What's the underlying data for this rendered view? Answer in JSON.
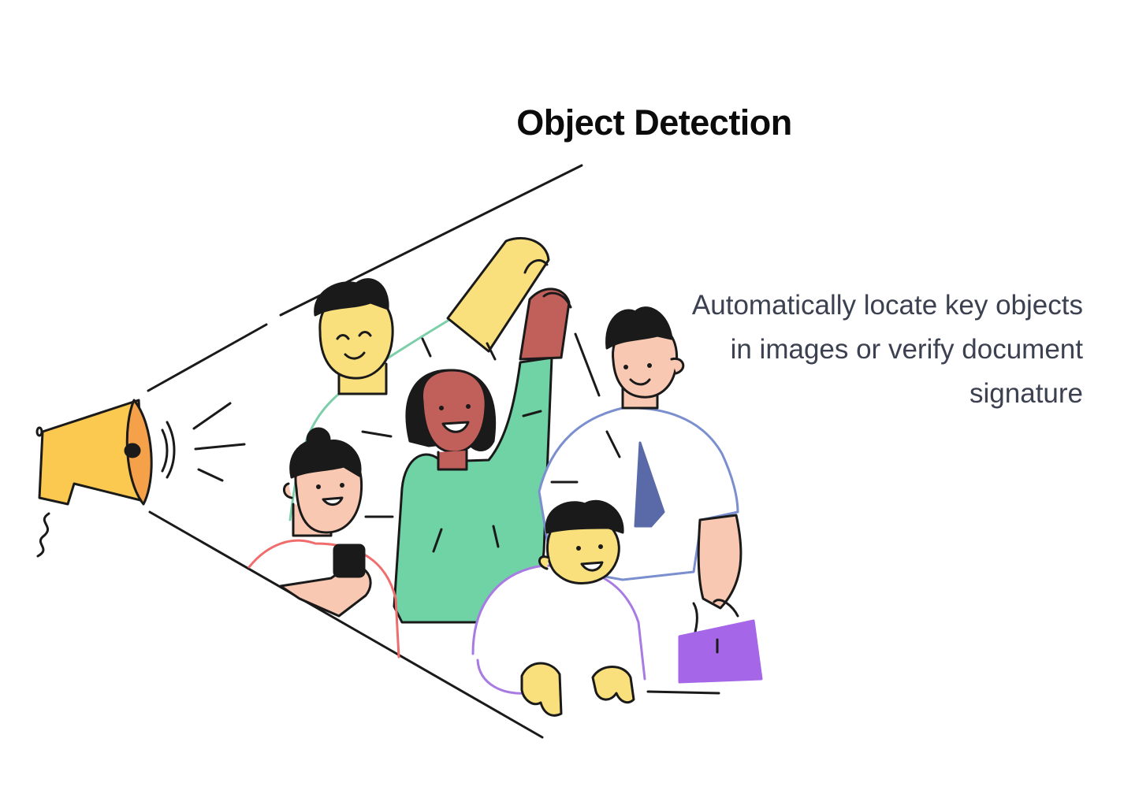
{
  "feature": {
    "title": "Object Detection",
    "description": "Automatically locate key objects in images or verify document signature"
  },
  "illustration": {
    "subject": "megaphone-crowd-illustration",
    "colors": {
      "outline": "#1a1a1a",
      "megaphone": "#fbc94f",
      "megaphone_mouth": "#f5a14a",
      "skin_yellow": "#f9e07d",
      "skin_peach": "#f8c8b2",
      "skin_dark": "#c15f5a",
      "shirt_green": "#6fd3a6",
      "tie": "#5a6aa8",
      "bag": "#a566e8",
      "outline_green": "#7ccfa8",
      "outline_blue": "#7b8fcf",
      "outline_red": "#ef6d6d",
      "outline_purple": "#a87be3"
    }
  }
}
